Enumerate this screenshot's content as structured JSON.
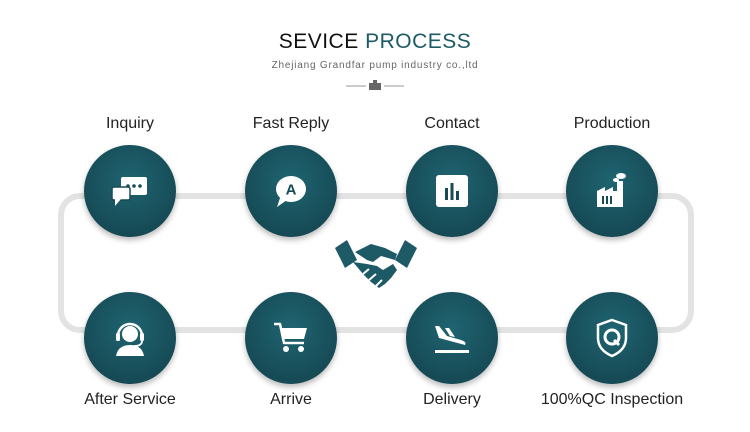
{
  "header": {
    "title_part1": "SEVICE ",
    "title_part2": "PROCESS",
    "subtitle": "Zhejiang Grandfar pump industry co.,ltd"
  },
  "colors": {
    "circle": "#164b56",
    "accent": "#1d5a66",
    "loop": "#e3e3e3"
  },
  "steps": [
    {
      "label": "Inquiry",
      "icon": "chat-bubbles-icon"
    },
    {
      "label": "Fast Reply",
      "icon": "reply-bubble-icon"
    },
    {
      "label": "Contact",
      "icon": "bar-chart-icon"
    },
    {
      "label": "Production",
      "icon": "factory-icon"
    },
    {
      "label": "After Service",
      "icon": "headset-support-icon"
    },
    {
      "label": "Arrive",
      "icon": "shopping-cart-icon"
    },
    {
      "label": "Delivery",
      "icon": "airplane-landing-icon"
    },
    {
      "label": "100%QC Inspection",
      "icon": "shield-q-icon"
    }
  ],
  "center": {
    "icon": "handshake-icon"
  }
}
